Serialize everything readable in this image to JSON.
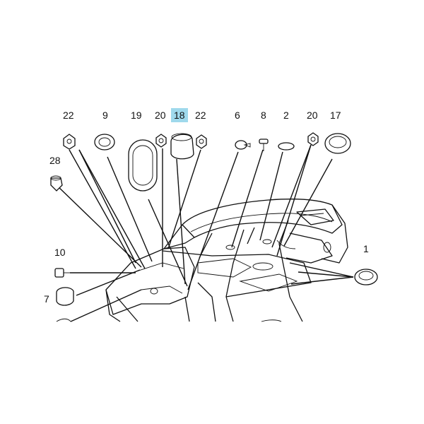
{
  "highlight_color": "#9fd9ec",
  "line_color": "#111111",
  "callouts": {
    "c22a": "22",
    "c9": "9",
    "c19": "19",
    "c20a": "20",
    "c18": "18",
    "c22b": "22",
    "c6": "6",
    "c8": "8",
    "c2": "2",
    "c20b": "20",
    "c17": "17",
    "c28": "28",
    "c10": "10",
    "c7": "7",
    "c1": "1"
  },
  "highlighted_callout": "18"
}
